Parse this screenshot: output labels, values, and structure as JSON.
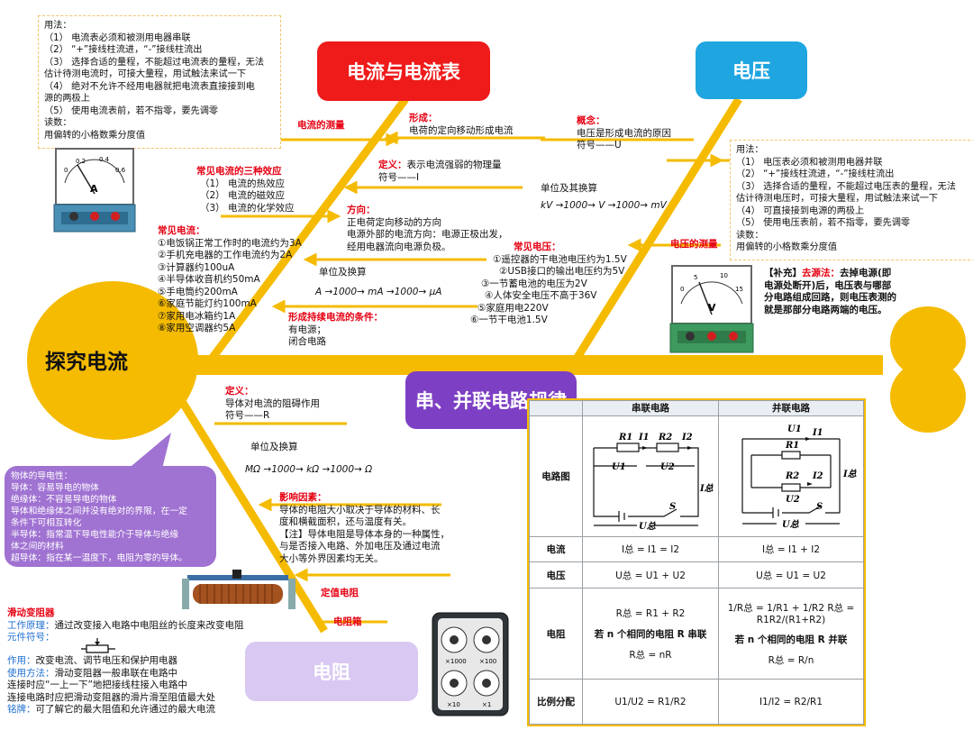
{
  "main_topic": "探究电流",
  "branches": {
    "current": "电流与电流表",
    "voltage": "电压",
    "series_parallel": "串、并联电路规律",
    "resistance": "电阻"
  },
  "colors": {
    "spine": "#f5bb00",
    "current_box": "#ef1a1a",
    "voltage_box": "#1fa6e0",
    "series_box": "#7d3fc4",
    "resistance_box": "#d9c8f2",
    "label_red": "#e60012",
    "purple_note": "#a072d2"
  },
  "ammeter_usage": {
    "lines": [
      "用法：",
      "（1） 电流表必须和被测用电器串联",
      "（2） “+”接线柱流进，“-”接线柱流出",
      "（3） 选择合适的量程，不能超过电流表的量程，无法",
      "估计待测电流时，可接大量程，用试触法来试一下",
      "（4） 绝对不允许不经用电器就把电流表直接接到电",
      "源的两极上",
      "（5） 使用电流表前，若不指零，要先调零",
      "读数：",
      "用偏转的小格数乘分度值"
    ]
  },
  "voltmeter_usage": {
    "lines": [
      "用法：",
      "（1） 电压表必须和被测用电器并联",
      "（2） “+”接线柱流进，“-”接线柱流出",
      "（3） 选择合适的量程，不能超过电压表的量程，无法",
      "估计待测电压时，可接大量程，用试触法来试一下",
      "（4） 可直接接到电源的两极上",
      "（5） 使用电压表前，若不指零，要先调零",
      "读数：",
      "用偏转的小格数乘分度值"
    ]
  },
  "current_measure": "电流的测量",
  "voltage_measure": "电压的测量",
  "formation": {
    "label": "形成：",
    "text": "电荷的定向移动形成电流"
  },
  "concept": {
    "label": "概念：",
    "text": "电压是形成电流的原因",
    "symbol": "符号——U"
  },
  "current_def": {
    "label": "定义：",
    "text": "表示电流强弱的物理量",
    "symbol": "符号——I"
  },
  "effects": {
    "title": "常见电流的三种效应",
    "items": [
      "（1） 电流的热效应",
      "（2） 电流的磁效应",
      "（3） 电流的化学效应"
    ]
  },
  "direction": {
    "label": "方向：",
    "lines": [
      "正电荷定向移动的方向",
      "电源外部的电流方向：电源正极出发，",
      "经用电器流向电源负极。"
    ]
  },
  "voltage_units": {
    "title": "单位及其换算",
    "formula": "kV →1000→ V →1000→ mV"
  },
  "common_currents": {
    "title": "常见电流：",
    "items": [
      "①电饭锅正常工作时的电流约为3A",
      "②手机充电器的工作电流约为2A",
      "③计算器约100uA",
      "④半导体收音机约50mA",
      "⑤手电筒约200mA",
      "⑥家庭节能灯约100mA",
      "⑦家用电冰箱约1A",
      "⑧家用空调器约5A"
    ]
  },
  "common_voltages": {
    "title": "常见电压：",
    "items": [
      "①遥控器的干电池电压约为1.5V",
      "②USB接口的输出电压约为5V",
      "③一节蓄电池的电压为2V",
      "④人体安全电压不高于36V",
      "⑤家庭用电220V",
      "⑥一节干电池1.5V"
    ]
  },
  "current_units": {
    "title": "单位及换算",
    "formula": "A →1000→ mA →1000→ μA"
  },
  "continuous": {
    "title": "形成持续电流的条件：",
    "items": [
      "有电源；",
      "闭合电路"
    ]
  },
  "supplement": {
    "label": "【补充】",
    "method": "去源法：",
    "lines": [
      "去掉电源(即",
      "电源处断开)后，电压表与哪部",
      "分电路组成回路，则电压表测的",
      "就是那部分电路两端的电压。"
    ]
  },
  "resistance_def": {
    "label": "定义：",
    "text": "导体对电流的阻碍作用",
    "symbol": "符号——R"
  },
  "resistance_units": {
    "title": "单位及换算",
    "formula": "MΩ →1000→ kΩ →1000→ Ω"
  },
  "factors": {
    "label": "影响因素：",
    "lines": [
      "导体的电阻大小取决于导体的材料、长",
      "度和横截面积，还与温度有关。",
      "【注】导体电阻是导体本身的一种属性，",
      "与是否接入电路、外加电压及通过电流",
      "大小等外界因素均无关。"
    ]
  },
  "conductivity": {
    "lines": [
      "物体的导电性：",
      "导体：容易导电的物体",
      "绝缘体：不容易导电的物体",
      "导体和绝缘体之间并没有绝对的界限，在一定",
      "条件下可相互转化",
      "半导体：指常温下导电性能介于导体与绝缘",
      "体之间的材料",
      "超导体：指在某一温度下，电阻为零的导体。"
    ]
  },
  "fixed_resistor": "定值电阻",
  "resistance_box_label": "电阻箱",
  "rheostat": {
    "title": "滑动变阻器",
    "principle_label": "工作原理：",
    "principle": "通过改变接入电路中电阻丝的长度来改变电阻",
    "symbol_label": "元件符号：",
    "effect_label": "作用：",
    "effect": "改变电流、调节电压和保护用电器",
    "usage_label": "使用方法：",
    "usage": "滑动变阻器一般串联在电路中",
    "usage2": "连接时应“一上一下”地把接线柱接入电路中",
    "usage3": "连接电路时应把滑动变阻器的滑片滑至阻值最大处",
    "nameplate_label": "铭牌：",
    "nameplate": "可了解它的最大阻值和允许通过的最大电流"
  },
  "resistance_box_dials": [
    "×1000",
    "×100",
    "×10",
    "×1"
  ],
  "rules_table": {
    "headers": [
      "",
      "串联电路",
      "并联电路"
    ],
    "rows": [
      {
        "label": "电路图"
      },
      {
        "label": "电流",
        "series": "I总 = I1 = I2",
        "parallel": "I总 = I1 + I2"
      },
      {
        "label": "电压",
        "series": "U总 = U1 + U2",
        "parallel": "U总 = U1 = U2"
      },
      {
        "label": "电阻",
        "series": "R总 = R1 + R2",
        "series_note": "若 n 个相同的电阻 R 串联",
        "series_n": "R总 = nR",
        "parallel": "1/R总 = 1/R1 + 1/R2    R总 = R1R2/(R1+R2)",
        "parallel_note": "若 n 个相同的电阻 R 并联",
        "parallel_n": "R总 = R/n"
      },
      {
        "label": "比例分配",
        "series": "U1/U2 = R1/R2",
        "parallel": "I1/I2 = R2/R1"
      }
    ],
    "circuit_labels": {
      "series": [
        "R1",
        "I1",
        "R2",
        "I2",
        "U1",
        "U2",
        "I总",
        "S",
        "U总"
      ],
      "parallel": [
        "U1",
        "I1",
        "R1",
        "R2",
        "I2",
        "U2",
        "I总",
        "S",
        "U总"
      ]
    }
  },
  "ammeter_face": {
    "letter": "A",
    "ticks": [
      "0",
      "0.2",
      "0.4",
      "0.6"
    ]
  },
  "voltmeter_face": {
    "letter": "V",
    "ticks": [
      "0",
      "5",
      "10",
      "15"
    ]
  }
}
